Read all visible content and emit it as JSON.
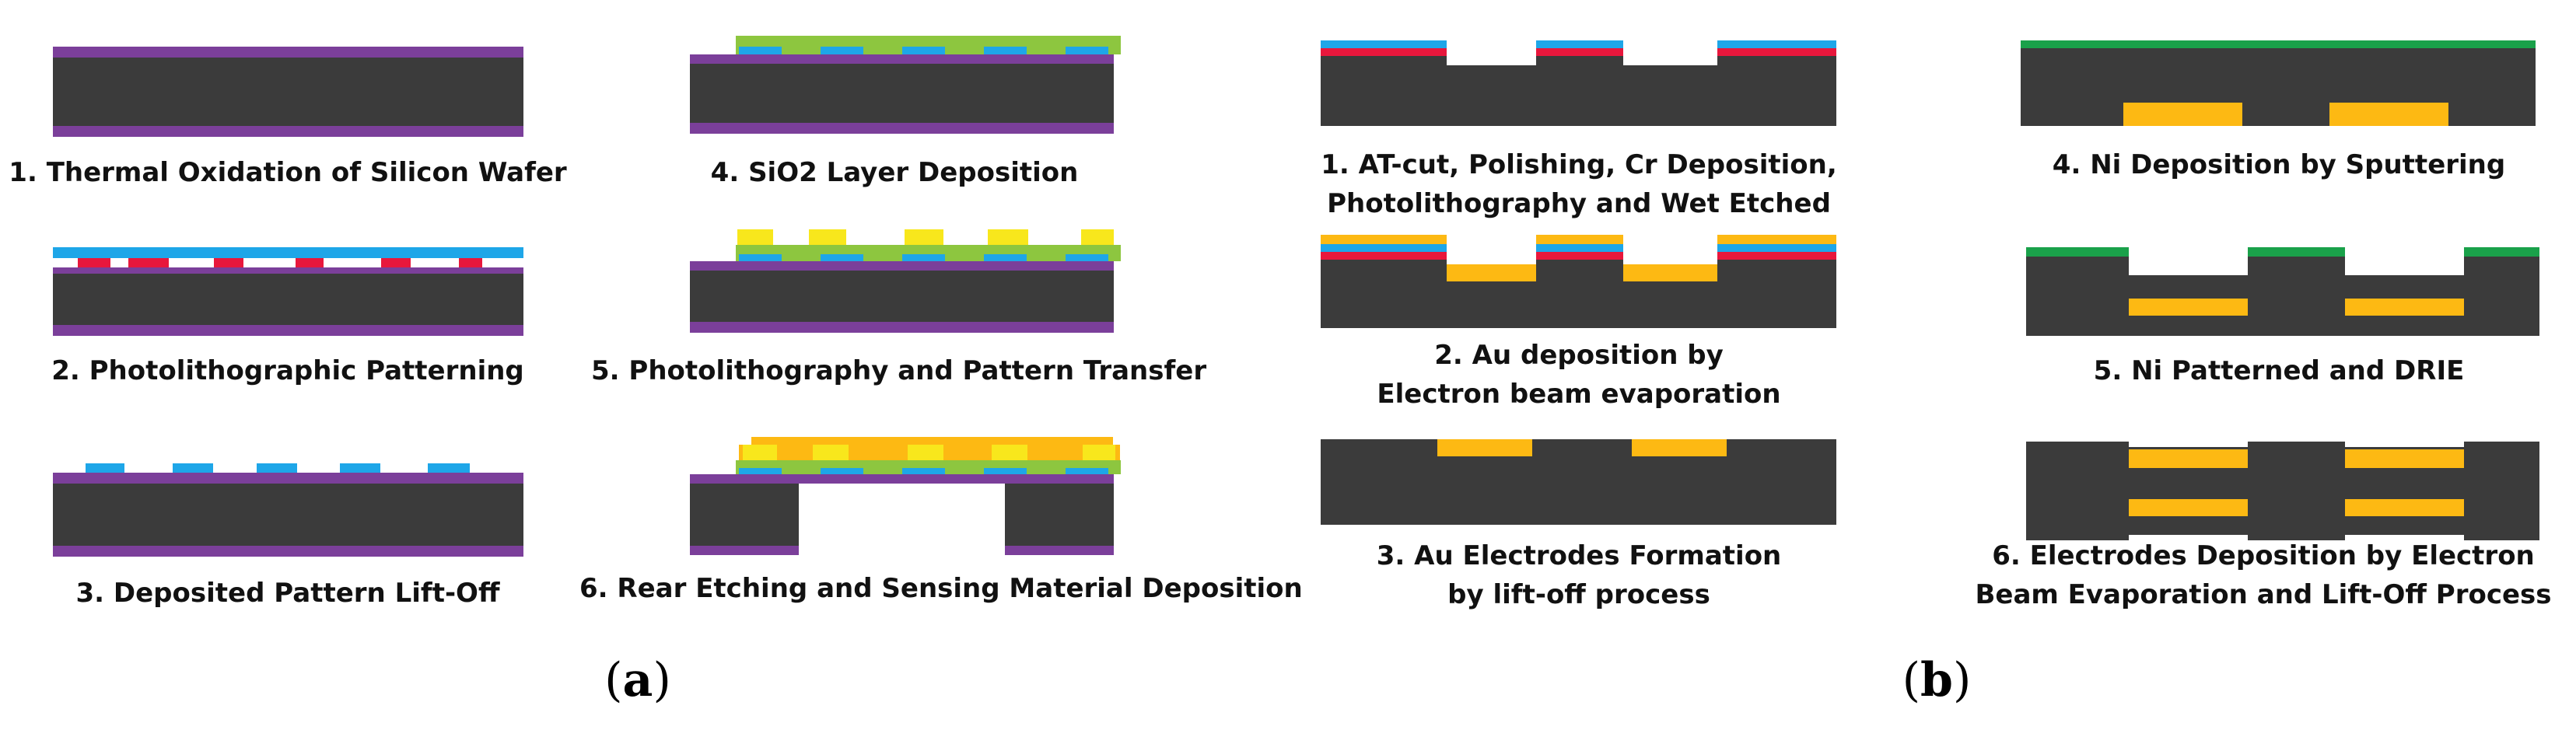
{
  "colors": {
    "silicon": "#3b3b3b",
    "oxide": "#7b3f9a",
    "cyan_layer": "#1ea6e8",
    "red_layer": "#e8173c",
    "green_layer": "#8dc63f",
    "yellow_layer": "#f8e71c",
    "gold": "#fdb913",
    "ni_layer": "#1aa14a"
  },
  "panel_a": {
    "label_open": "(",
    "label_letter": "a",
    "label_close": ")",
    "steps": [
      "1. Thermal Oxidation of Silicon Wafer",
      "2. Photolithographic Patterning",
      "3. Deposited Pattern Lift-Off",
      "4. SiO2 Layer Deposition",
      "5. Photolithography and Pattern Transfer",
      "6. Rear Etching and Sensing Material Deposition"
    ]
  },
  "panel_b": {
    "label_open": "(",
    "label_letter": "b",
    "label_close": ")",
    "steps": [
      [
        "1. AT-cut, Polishing, Cr Deposition,",
        "Photolithography and Wet Etched"
      ],
      [
        "2. Au deposition by",
        "Electron beam evaporation"
      ],
      [
        "3. Au Electrodes Formation",
        "by lift-off process"
      ],
      [
        "4. Ni Deposition by Sputtering"
      ],
      [
        "5. Ni Patterned and DRIE"
      ],
      [
        "6. Electrodes Deposition by Electron",
        "Beam Evaporation and Lift-Off Process"
      ]
    ]
  }
}
